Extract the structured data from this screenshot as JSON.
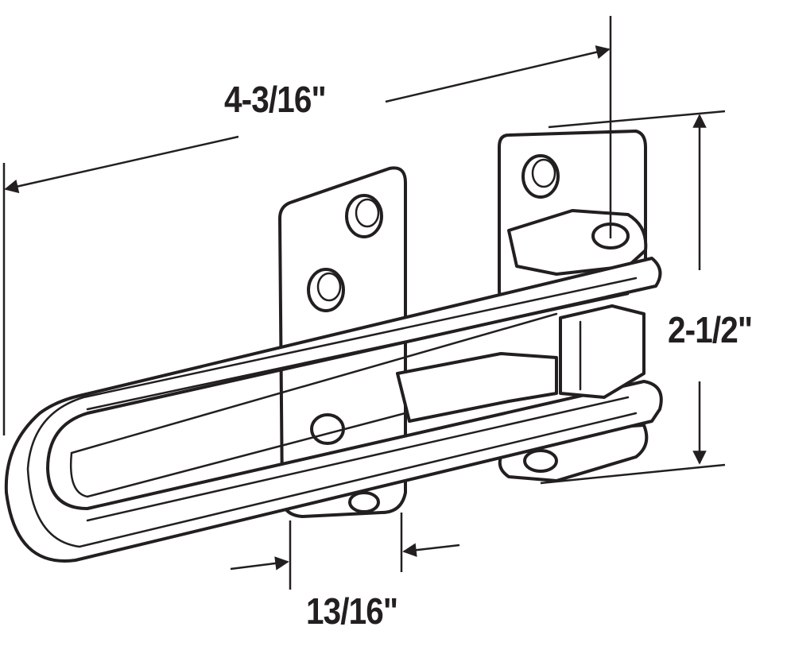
{
  "dimensions": {
    "length": "4-3/16\"",
    "height": "2-1/2\"",
    "plate_width": "13/16\""
  },
  "colors": {
    "line": "#231f20",
    "background": "#ffffff"
  }
}
